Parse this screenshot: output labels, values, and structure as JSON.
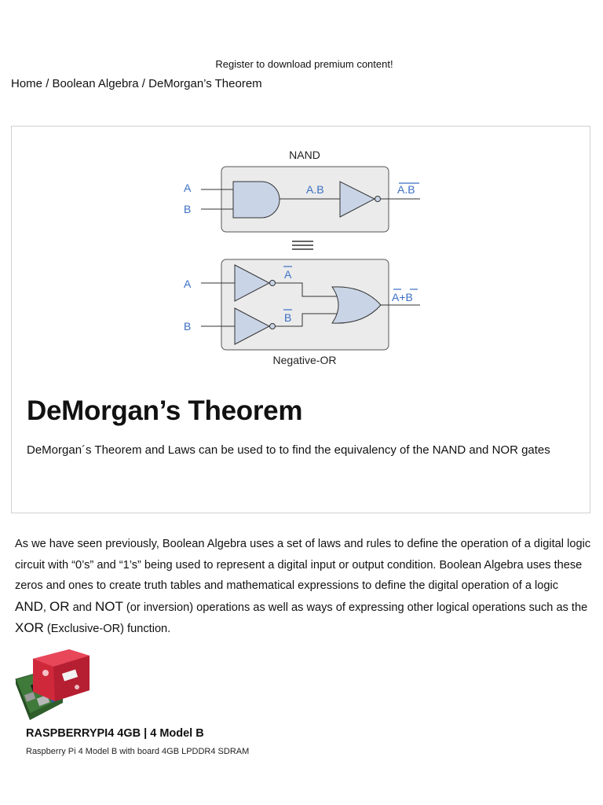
{
  "banner": {
    "text": "Register to download premium content!"
  },
  "breadcrumb": {
    "items": [
      "Home",
      "Boolean Algebra",
      "DeMorgan’s Theorem"
    ],
    "separator": "/"
  },
  "diagram": {
    "top_label": "NAND",
    "bottom_label": "Negative-OR",
    "input_a": "A",
    "input_b": "B",
    "and_output": "A.B",
    "nand_output": "A.B",
    "not_a": "A",
    "not_b": "B",
    "or_output_a": "A",
    "or_output_plus": "+",
    "or_output_b": "B",
    "colors": {
      "gate_fill": "#c9d4e6",
      "box_fill": "#ebebeb",
      "label_blue": "#3b6fc4",
      "line": "#333333"
    }
  },
  "card": {
    "title": "DeMorgan’s Theorem",
    "description": "DeMorgan´s Theorem and Laws can be used to to find the equivalency of the NAND and NOR gates"
  },
  "article": {
    "p1": "As we have seen previously, Boolean Algebra uses a set of laws and rules to define the operation of a digital logic circuit with “0’s” and “1’s” being used to represent a digital input or output condition. Boolean Algebra uses these zeros and ones to create truth tables and mathematical expressions to define the digital operation of a logic ",
    "and": "AND",
    "comma": ", ",
    "or": "OR",
    "and_word": " and ",
    "not": "NOT",
    "p2": " (or inversion) operations as well as ways of expressing other logical operations such as the ",
    "xor": "XOR",
    "p3": " (Exclusive-OR) function."
  },
  "product": {
    "title": "RASPBERRYPI4 4GB | 4 Model B",
    "subtitle": "Raspberry Pi 4 Model B with board 4GB LPDDR4 SDRAM"
  }
}
